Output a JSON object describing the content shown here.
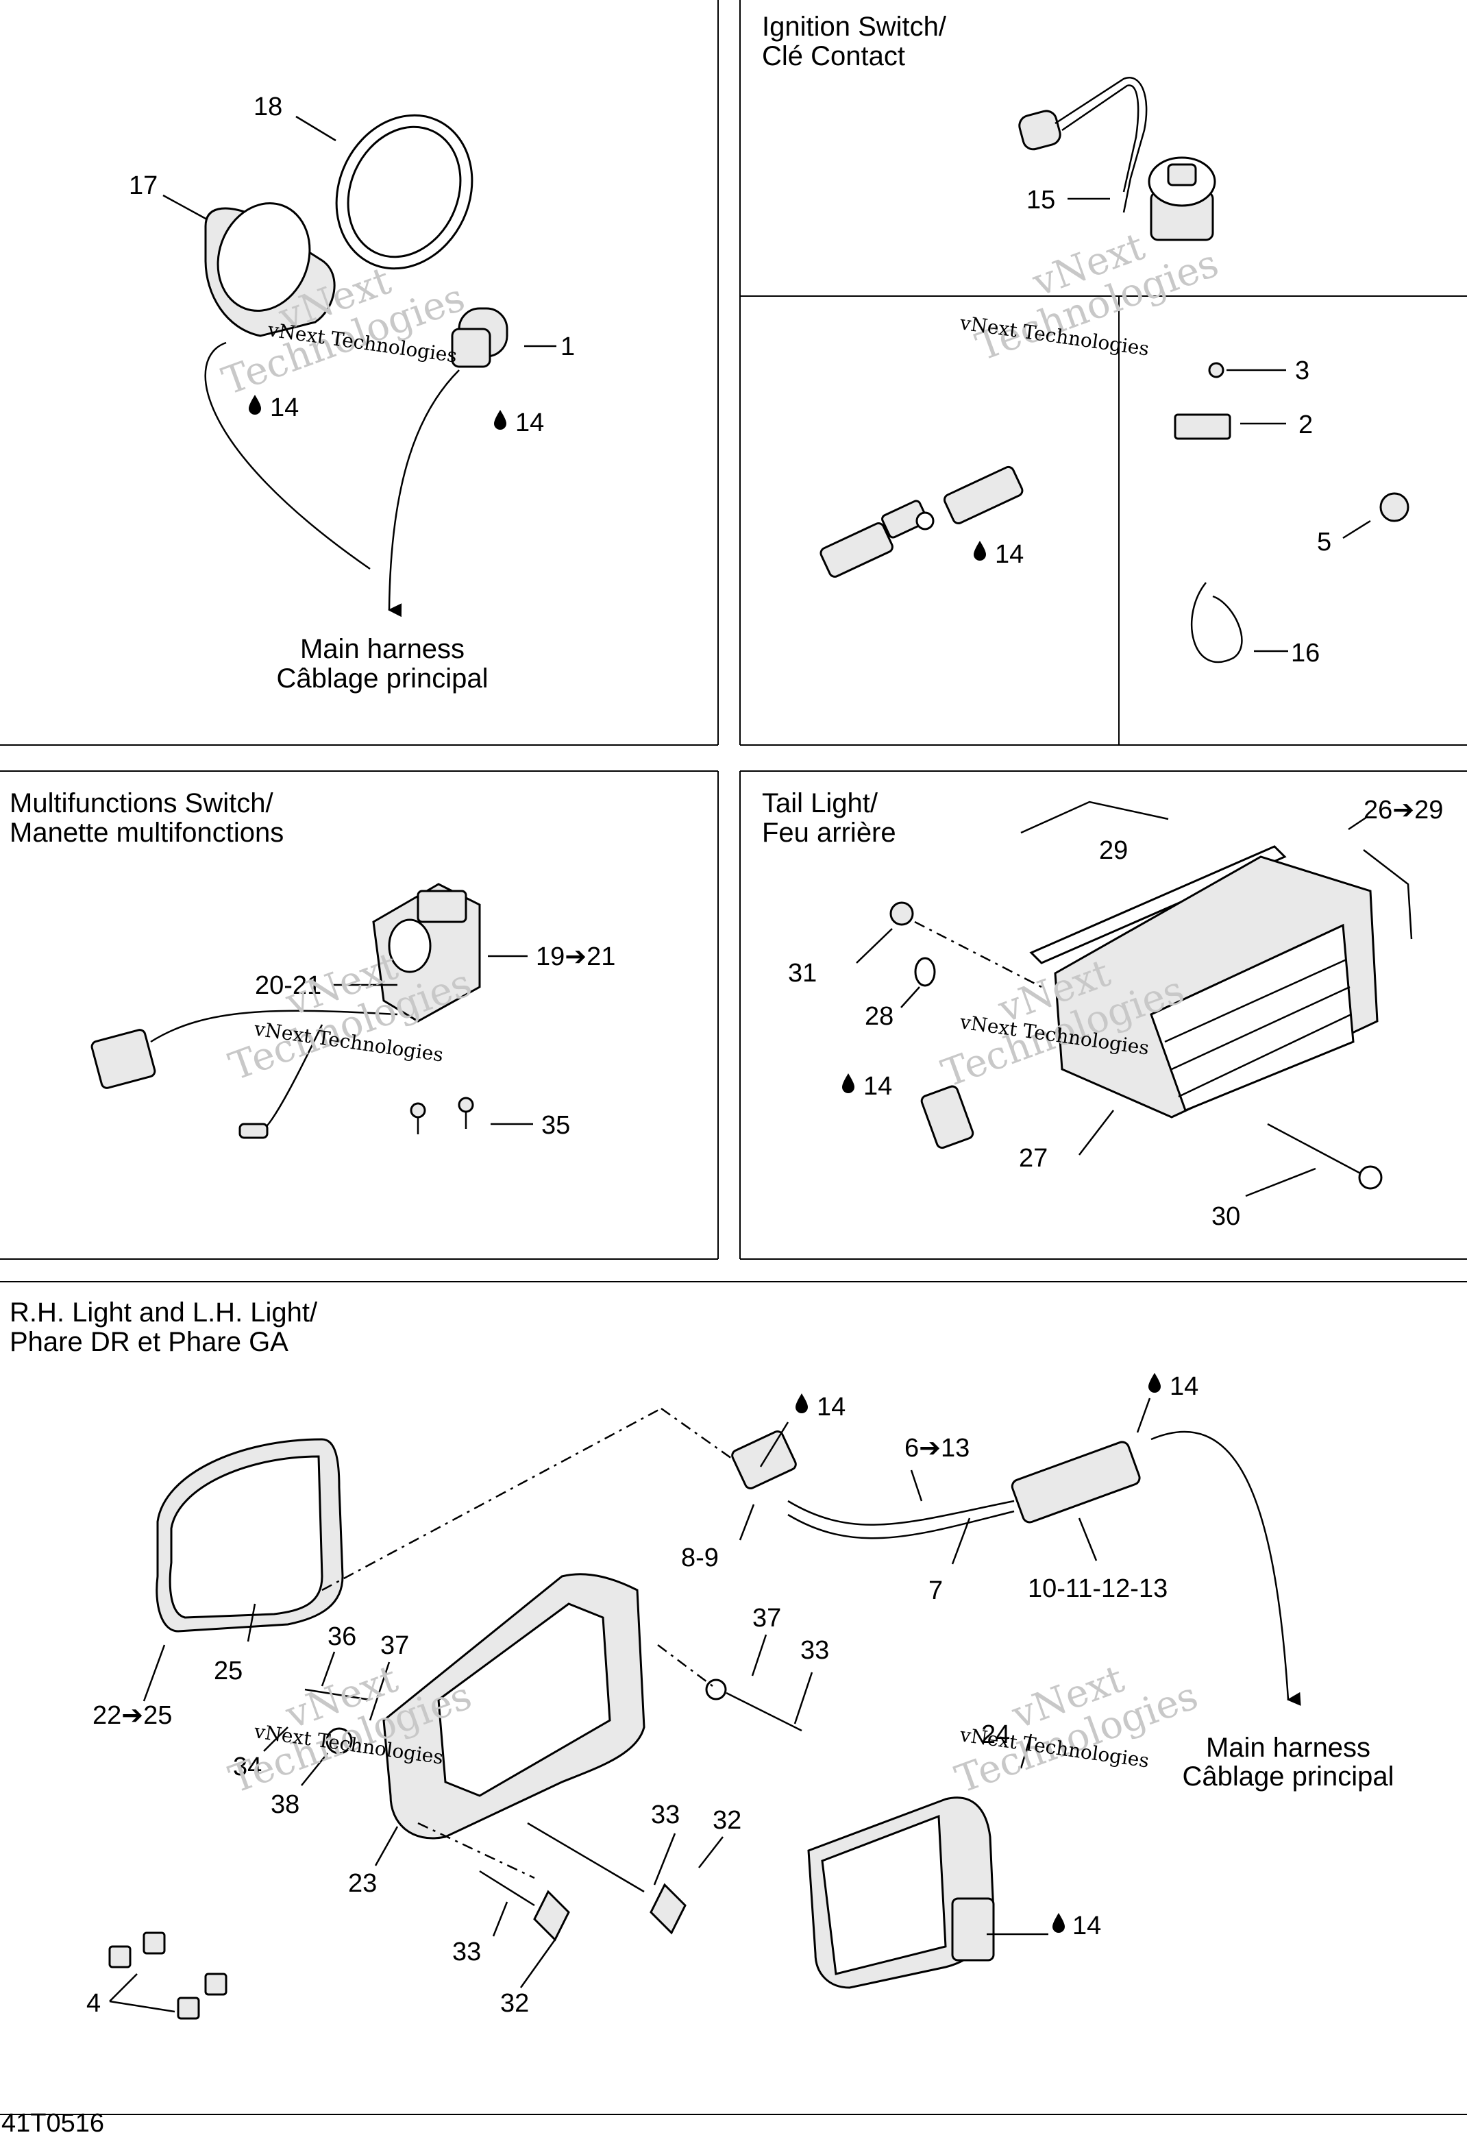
{
  "diagram_code": "41T0516",
  "watermark": {
    "line1": "vNext",
    "line2": "Technologies",
    "line3": "vNext Technologies"
  },
  "panels": {
    "headlight_top": {
      "labels": {
        "l18": "18",
        "l17": "17",
        "l1": "1",
        "l14a": "14",
        "l14b": "14"
      },
      "harness": {
        "line1": "Main harness",
        "line2": "Câblage principal"
      }
    },
    "ignition": {
      "title1": "Ignition Switch/",
      "title2": "Clé Contact",
      "labels": {
        "l15": "15"
      }
    },
    "connectors": {
      "labels": {
        "l3": "3",
        "l2": "2",
        "l5": "5",
        "l16": "16",
        "l14": "14"
      }
    },
    "multifunction": {
      "title1": "Multifunctions Switch/",
      "title2": "Manette multifonctions",
      "labels": {
        "l19": "19➔21",
        "l2021": "20-21",
        "l35": "35"
      }
    },
    "taillight": {
      "title1": "Tail Light/",
      "title2": "Feu arrière",
      "labels": {
        "l2629": "26➔29",
        "l29": "29",
        "l31": "31",
        "l28": "28",
        "l14": "14",
        "l27": "27",
        "l30": "30"
      }
    },
    "rh_lh_light": {
      "title1": "R.H. Light and L.H. Light/",
      "title2": "Phare DR et Phare GA",
      "labels": {
        "l14a": "14",
        "l14b": "14",
        "l14c": "14",
        "l613": "6➔13",
        "l89": "8-9",
        "l7": "7",
        "l1013": "10-11-12-13",
        "l37a": "37",
        "l33a": "33",
        "l36": "36",
        "l37b": "37",
        "l2225": "22➔25",
        "l25": "25",
        "l34": "34",
        "l38": "38",
        "l23": "23",
        "l33b": "33",
        "l32a": "32",
        "l33c": "33",
        "l32b": "32",
        "l4": "4",
        "l24": "24"
      },
      "harness": {
        "line1": "Main harness",
        "line2": "Câblage principal"
      }
    }
  },
  "colors": {
    "line": "#000000",
    "watermark": "#c8c8c8",
    "fill": "#e9e9e9"
  }
}
